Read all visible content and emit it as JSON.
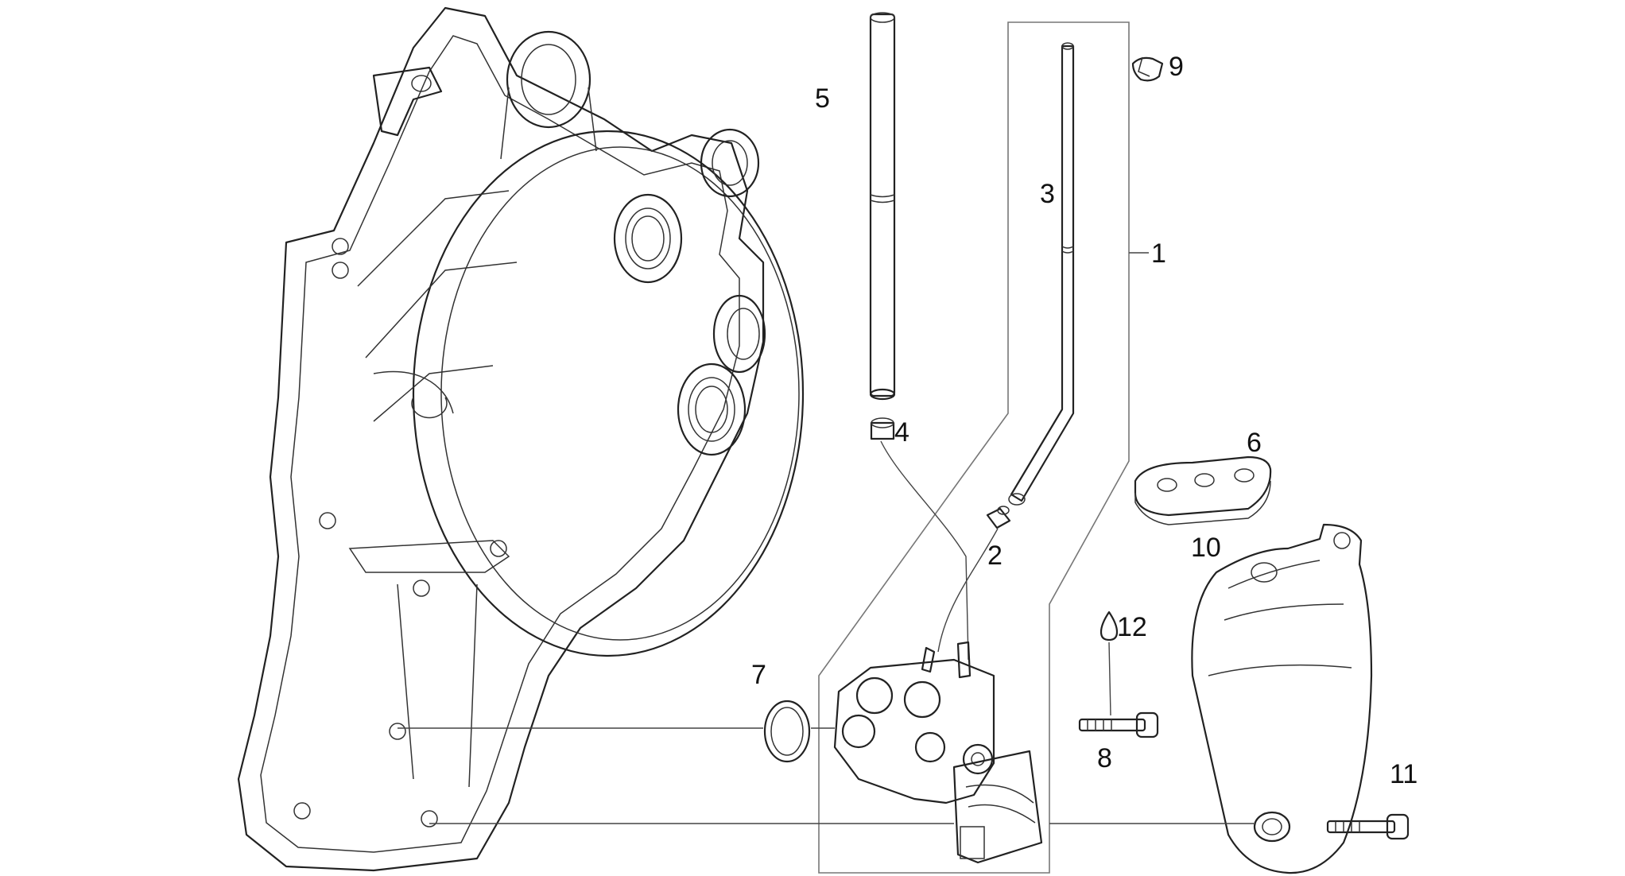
{
  "diagram": {
    "labels": {
      "p1": "1",
      "p2": "2",
      "p3": "3",
      "p4": "4",
      "p5": "5",
      "p6": "6",
      "p7": "7",
      "p8": "8",
      "p9": "9",
      "p10": "10",
      "p11": "11",
      "p12": "12"
    },
    "colors": {
      "line": "#222222",
      "background": "#ffffff"
    }
  }
}
